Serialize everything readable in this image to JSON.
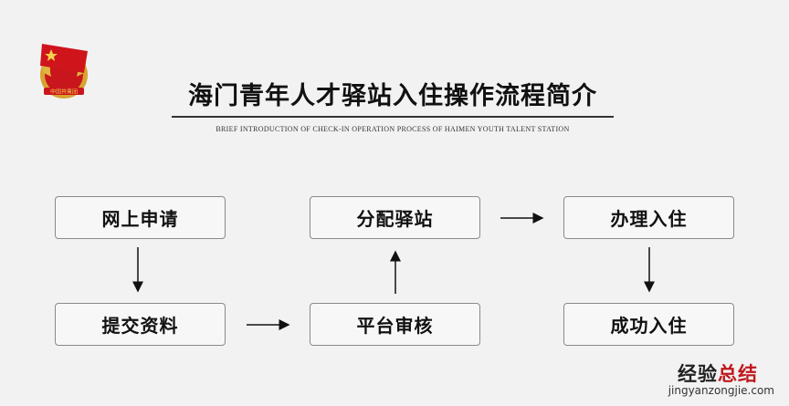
{
  "title": "海门青年人才驿站入住操作流程简介",
  "subtitle": "BRIEF INTRODUCTION OF CHECK-IN OPERATION PROCESS OF HAIMEN YOUTH TALENT STATION",
  "logo": {
    "icon": "communist-youth-league-emblem-icon",
    "text": "中国共青团"
  },
  "steps": [
    {
      "label": "网上申请"
    },
    {
      "label": "提交资料"
    },
    {
      "label": "平台审核"
    },
    {
      "label": "分配驿站"
    },
    {
      "label": "办理入住"
    },
    {
      "label": "成功入住"
    }
  ],
  "flow": [
    [
      0,
      1
    ],
    [
      1,
      2
    ],
    [
      2,
      3
    ],
    [
      3,
      4
    ],
    [
      4,
      5
    ]
  ],
  "watermark": {
    "cn_black": "经验",
    "cn_red": "总结",
    "url": "jingyanzongjie.com"
  },
  "colors": {
    "background": "#f2f2f2",
    "box_border": "#8a8a8a",
    "emblem_red": "#d0141b",
    "emblem_gold": "#d6a430",
    "watermark_red": "#c0181e"
  }
}
